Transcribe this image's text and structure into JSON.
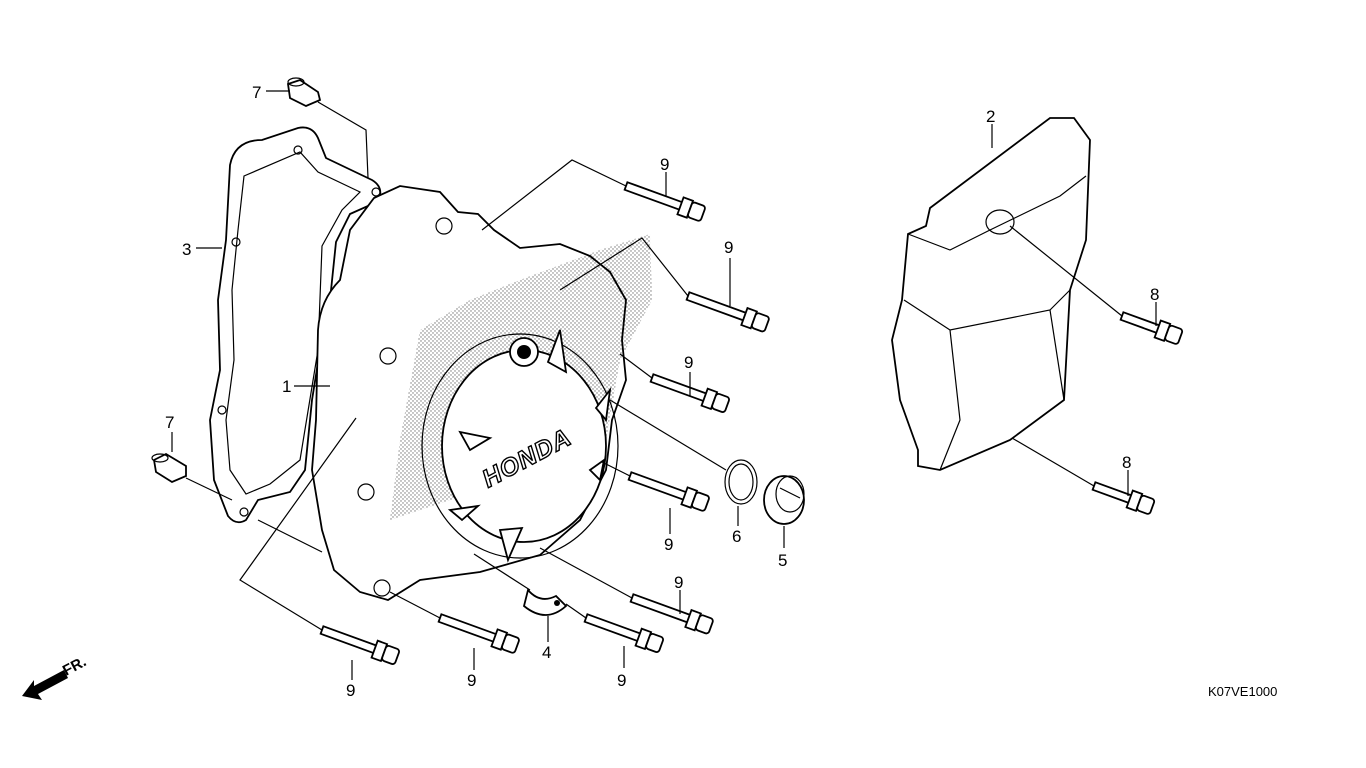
{
  "diagram_code": "K07VE1000",
  "brand_text": "HONDA",
  "front_indicator": "FR.",
  "callouts": {
    "c1": "1",
    "c2": "2",
    "c3": "3",
    "c4": "4",
    "c5": "5",
    "c6": "6",
    "c7a": "7",
    "c7b": "7",
    "c8a": "8",
    "c8b": "8",
    "c9a": "9",
    "c9b": "9",
    "c9c": "9",
    "c9d": "9",
    "c9e": "9",
    "c9f": "9",
    "c9g": "9",
    "c9h": "9"
  }
}
